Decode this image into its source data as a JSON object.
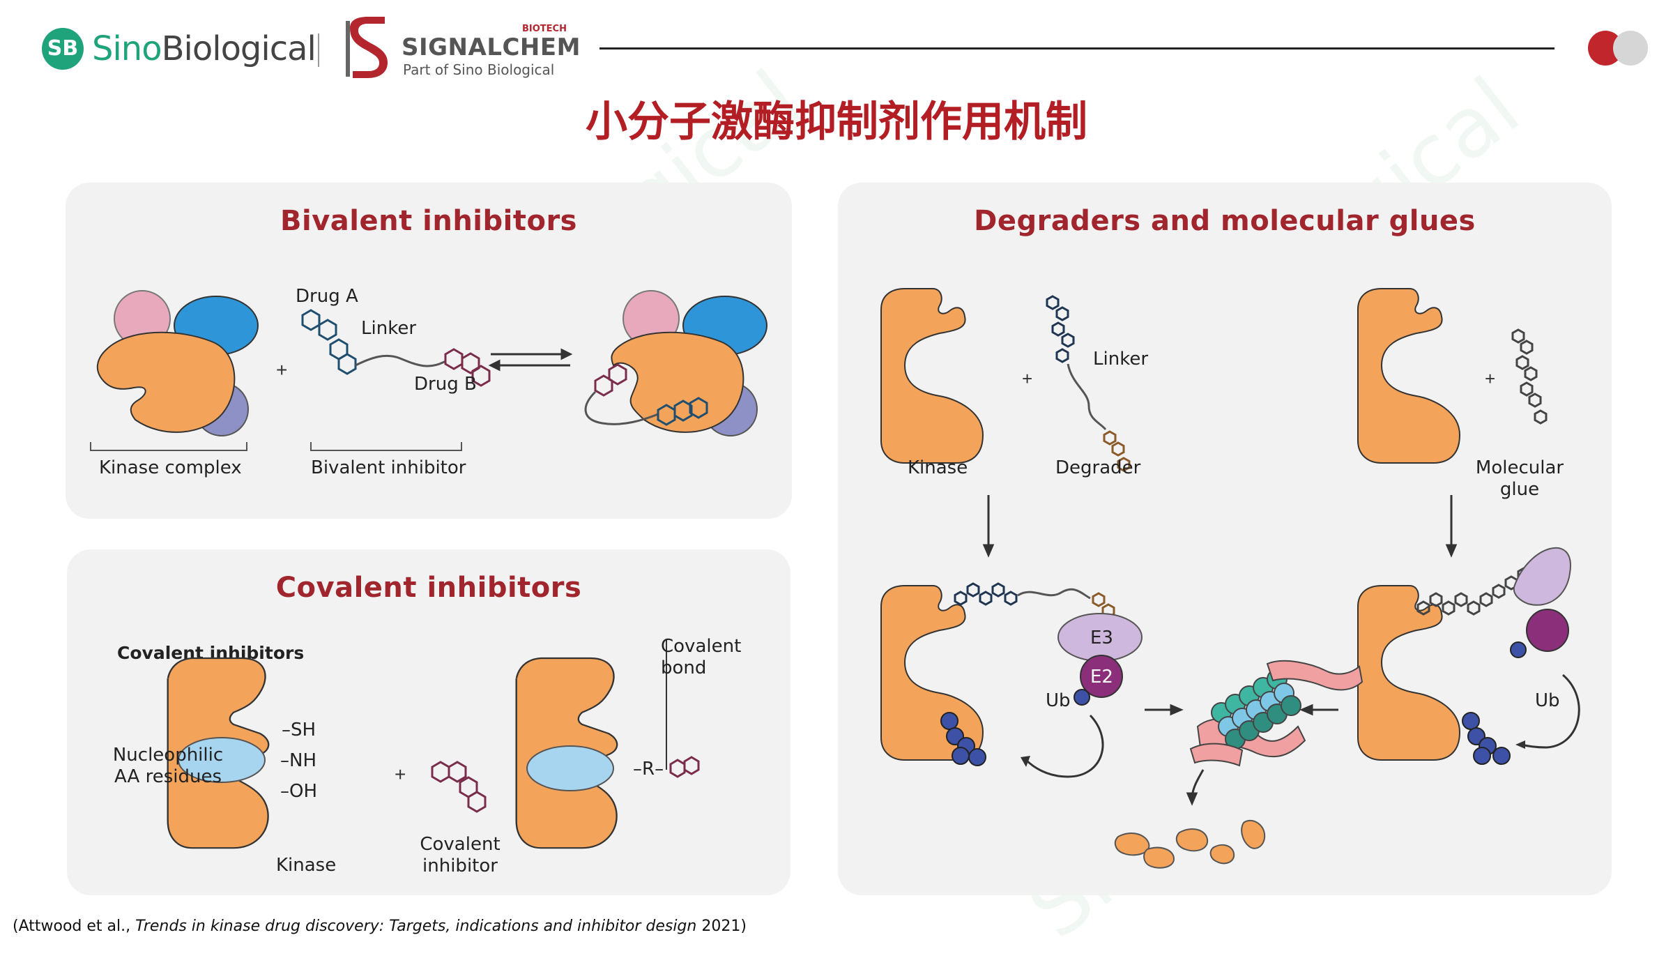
{
  "header": {
    "logo_sb_mark": "SB",
    "logo_sino": "Sino",
    "logo_biological": "Biological",
    "signalchem_name": "SIGNALCHEM",
    "signalchem_biotech": "BIOTECH",
    "signalchem_sub": "Part of Sino Biological"
  },
  "page_title": "小分子激酶抑制剂作用机制",
  "panels": {
    "bivalent": {
      "title": "Bivalent inhibitors",
      "drug_a": "Drug A",
      "linker": "Linker",
      "drug_b": "Drug B",
      "plus": "+",
      "kinase_complex": "Kinase complex",
      "bivalent_inhibitor": "Bivalent inhibitor"
    },
    "covalent": {
      "title": "Covalent inhibitors",
      "subtitle": "Covalent inhibitors",
      "nucleophilic": "Nucleophilic AA residues",
      "sh": "–SH",
      "nh": "–NH",
      "oh": "–OH",
      "plus": "+",
      "kinase": "Kinase",
      "covalent_inhibitor": "Covalent inhibitor",
      "covalent_bond": "Covalent bond",
      "r_group": "–R–"
    },
    "degraders": {
      "title": "Degraders and molecular glues",
      "linker": "Linker",
      "kinase": "Kinase",
      "degrader": "Degrader",
      "molecular_glue": "Molecular glue",
      "plus": "+",
      "e3": "E3",
      "e2": "E2",
      "ub_left": "Ub",
      "ub_right": "Ub"
    }
  },
  "citation": {
    "prefix": "(Attwood et al., ",
    "title": "Trends in kinase drug discovery: Targets, indications and inhibitor design",
    "suffix": " 2021)"
  },
  "colors": {
    "accent_red": "#a0252c",
    "kinase_orange": "#f3a35a",
    "panel_bg": "#f2f2f3"
  }
}
